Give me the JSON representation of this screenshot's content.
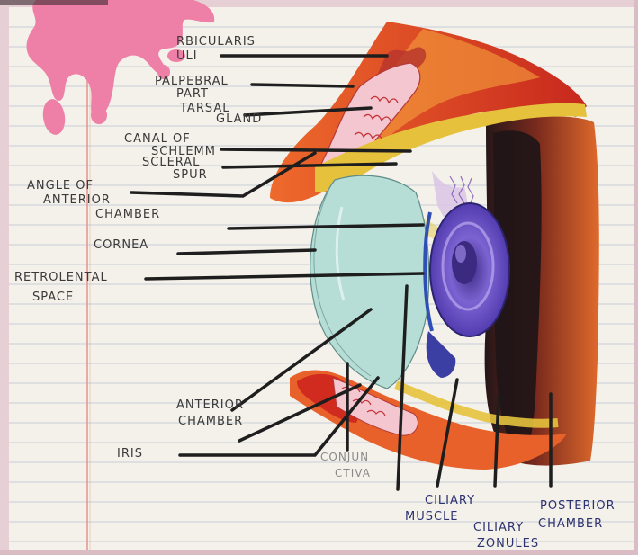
{
  "labels": {
    "orbicularis_oculi": "RBICULARIS\nULI",
    "palpebral_part": "PALPEBRAL\nPART",
    "tarsal_gland": "TARSAL\nGLAND",
    "canal_of_schlemm": "CANAL OF\nSCHLEMM",
    "scleral_spur": "SCLERAL\nSPUR",
    "angle_of_anterior_chamber": "ANGLE OF\nANTERIOR\nCHAMBER",
    "cornea": "CORNEA",
    "retrolental_space": "RETROLENTAL\nSPACE",
    "anterior_chamber": "ANTERIOR\nCHAMBER",
    "iris": "IRIS",
    "conjunctiva": "CONJUN\nCTIVA",
    "ciliary_muscle": "CILIARY\nMUSCLE",
    "ciliary_zonules": "CILIARY\nZONULES",
    "posterior_chamber": "POSTERIOR\nCHAMBER"
  },
  "colors": {
    "paper": "#f4f1ea",
    "rule_line": "#c9cfd8",
    "margin_line": "#e0908a",
    "frame": "#e98fa8",
    "splash": "#ee7fa6",
    "leader": "#1e1e1e",
    "muscle_red": "#d5331f",
    "muscle_orange": "#ef7a2a",
    "sclera_yellow": "#e6c23c",
    "cornea_teal": "#a9d6cf",
    "iris_purple": "#6b4fc0",
    "choroid_black": "#1c1416",
    "tarsal_pink": "#f0b9c3"
  }
}
